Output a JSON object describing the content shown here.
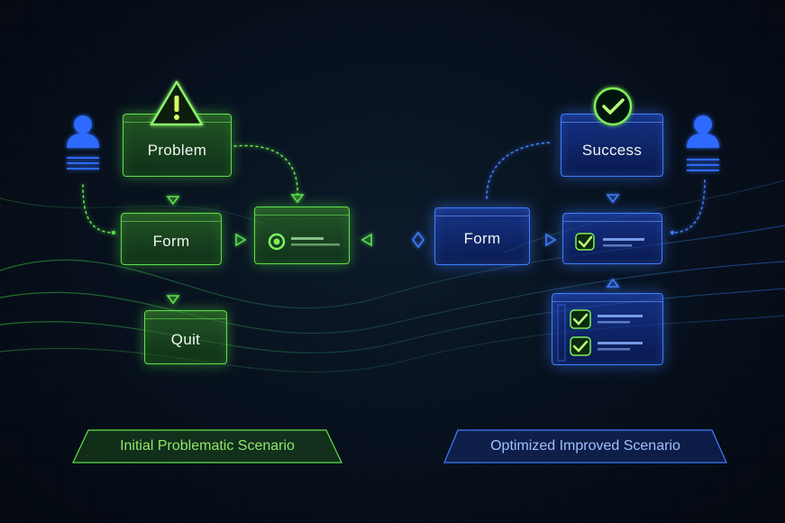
{
  "left": {
    "problem": "Problem",
    "form": "Form",
    "quit": "Quit",
    "banner": "Initial Problematic Scenario"
  },
  "right": {
    "success": "Success",
    "form": "Form",
    "banner": "Optimized Improved Scenario"
  },
  "colors": {
    "green": "#5ee04a",
    "blue": "#3f7dff",
    "background": "#07101c"
  },
  "icons": {
    "warning": "warning-icon",
    "check": "check-icon",
    "user": "user-icon"
  }
}
